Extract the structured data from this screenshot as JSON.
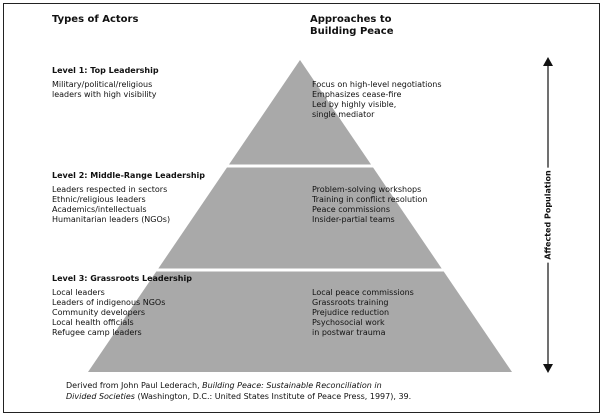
{
  "headers": {
    "left": "Types of Actors",
    "right": "Approaches to\nBuilding Peace"
  },
  "levels": [
    {
      "title": "Level 1: Top Leadership",
      "actors": [
        "Military/political/religious",
        "leaders with high visibility"
      ],
      "approaches": [
        "Focus on high-level negotiations",
        "Emphasizes cease-fire",
        "Led by highly visible,",
        "single mediator"
      ]
    },
    {
      "title": "Level 2: Middle-Range Leadership",
      "actors": [
        "Leaders respected in sectors",
        "Ethnic/religious leaders",
        "Academics/intellectuals",
        "Humanitarian leaders (NGOs)"
      ],
      "approaches": [
        "Problem-solving workshops",
        "Training in conflict resolution",
        "Peace commissions",
        "Insider-partial teams"
      ]
    },
    {
      "title": "Level 3: Grassroots Leadership",
      "actors": [
        "Local leaders",
        "Leaders of indigenous NGOs",
        "Community developers",
        "Local health officials",
        "Refugee camp leaders"
      ],
      "approaches": [
        "Local peace commissions",
        "Grassroots training",
        "Prejudice reduction",
        "Psychosocial work",
        "in postwar trauma"
      ]
    }
  ],
  "side_label": "Affected Population",
  "caption": {
    "prefix": "Derived from John Paul Lederach, ",
    "title_part1": "Building Peace: Sustainable Reconciliation in",
    "title_part2": "Divided Societies",
    "suffix": " (Washington, D.C.: United States Institute of Peace Press, 1997), 39."
  },
  "colors": {
    "pyramid": "#a9a9a9",
    "divider": "#ffffff",
    "text": "#111111"
  }
}
